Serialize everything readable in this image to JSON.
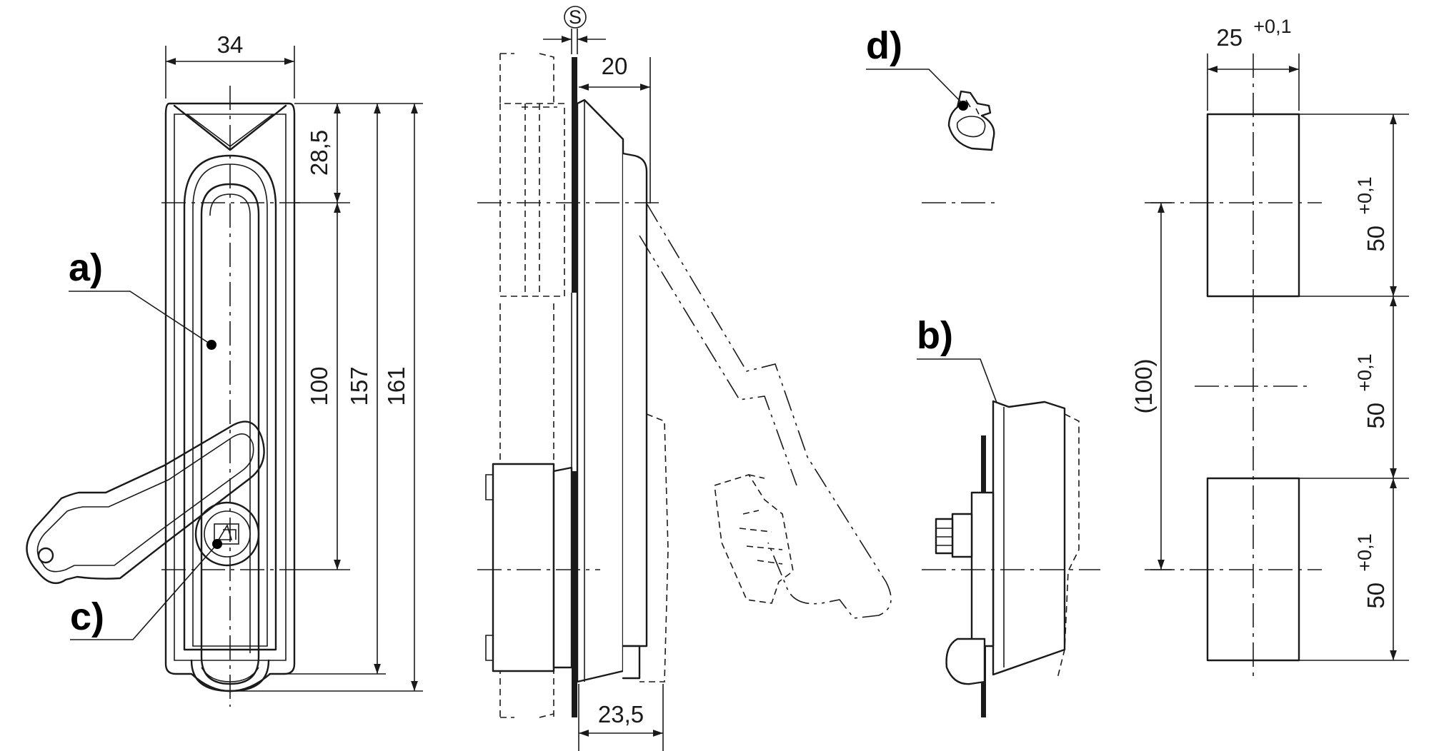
{
  "dimensions": {
    "width_34": "34",
    "top_28_5": "28,5",
    "pitch_100": "100",
    "length_157": "157",
    "length_161": "161",
    "depth_20": "20",
    "depth_23_5": "23,5",
    "thickness_s": "S",
    "cutout_width": "25",
    "cutout_width_tol": "+0,1",
    "cutout_height_1": "50",
    "cutout_height_1_tol": "+0,1",
    "cutout_height_2": "50",
    "cutout_height_2_tol": "+0,1",
    "cutout_height_3": "50",
    "cutout_height_3_tol": "+0,1",
    "cutout_pitch": "(100)"
  },
  "callouts": {
    "a": "a)",
    "b": "b)",
    "c": "c)",
    "d": "d)"
  }
}
